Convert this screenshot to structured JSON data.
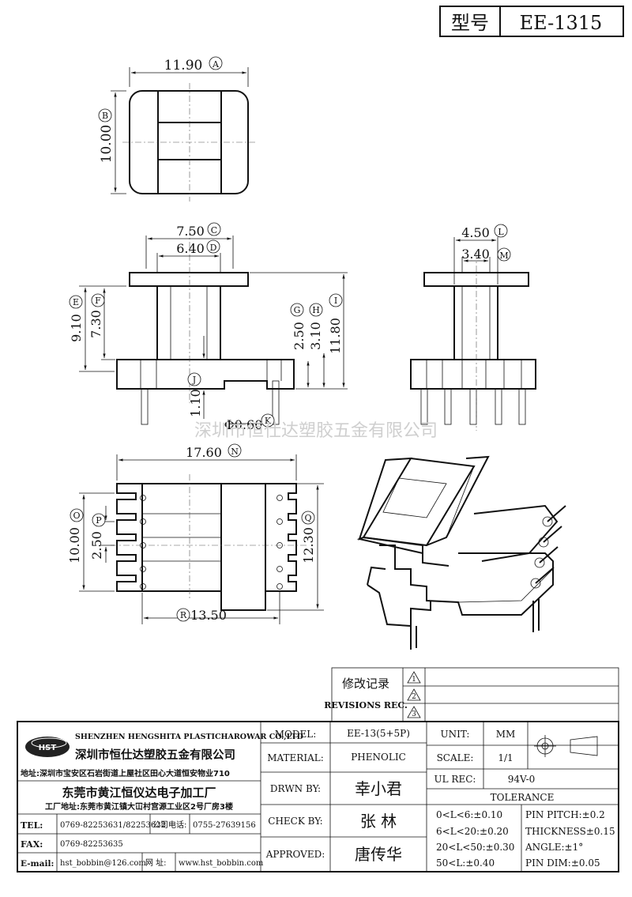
{
  "header": {
    "label": "型号",
    "model": "EE-1315"
  },
  "dims": {
    "top_width": "11.90",
    "top_width_mark": "A",
    "top_height": "10.00",
    "top_height_mark": "B",
    "front_c": "7.50",
    "front_c_mark": "C",
    "front_d": "6.40",
    "front_d_mark": "D",
    "front_e": "9.10",
    "front_e_mark": "E",
    "front_f": "7.30",
    "front_f_mark": "F",
    "front_g": "2.50",
    "front_g_mark": "G",
    "front_h": "3.10",
    "front_h_mark": "H",
    "front_i": "11.80",
    "front_i_mark": "I",
    "front_j": "1.10",
    "front_j_mark": "J",
    "front_k": "Φ0.60",
    "front_k_mark": "K",
    "side_l": "4.50",
    "side_l_mark": "L",
    "side_m": "3.40",
    "side_m_mark": "M",
    "bottom_n": "17.60",
    "bottom_n_mark": "N",
    "bottom_o": "10.00",
    "bottom_o_mark": "O",
    "bottom_p": "2.50",
    "bottom_p_mark": "P",
    "bottom_q": "12.30",
    "bottom_q_mark": "Q",
    "bottom_r": "13.50",
    "bottom_r_mark": "R"
  },
  "watermark": "深圳市恒仕达塑胶五金有限公司",
  "revisions": {
    "title_cn": "修改记录",
    "title_en": "REVISIONS REC.",
    "marks": [
      "1",
      "2",
      "3"
    ]
  },
  "company": {
    "logo_text": "HST",
    "name_en": "SHENZHEN HENGSHITA PLASTICHAROWAR CO.,LTD",
    "name_cn": "深圳市恒仕达塑胶五金有限公司",
    "address": "地址:深圳市宝安区石岩街道上屋社区田心大道恒安物业710",
    "factory": "东莞市黄江恒仪达电子加工厂",
    "factory_address": "工厂地址:东莞市黄江镇大冚村宫源工业区2号厂房3楼",
    "tel_label": "TEL:",
    "tel": "0769-82253631/82253632",
    "phone_label": "公司电话:",
    "phone": "0755-27639156",
    "fax_label": "FAX:",
    "fax": "0769-82253635",
    "email_label": "E-mail:",
    "email": "hst_bobbin@126.com",
    "web_label": "网 址:",
    "web": "www.hst_bobbin.com"
  },
  "titleblock": {
    "model_label": "MODEL:",
    "model": "EE-13(5+5P)",
    "material_label": "MATERIAL:",
    "material": "PHENOLIC",
    "drwn_label": "DRWN BY:",
    "drwn": "幸小君",
    "check_label": "CHECK BY:",
    "check": "张 林",
    "approved_label": "APPROVED:",
    "approved": "唐传华",
    "unit_label": "UNIT:",
    "unit": "MM",
    "scale_label": "SCALE:",
    "scale": "1/1",
    "ul_label": "UL REC:",
    "ul": "94V-0",
    "tolerance_label": "TOLERANCE",
    "tol": [
      "0<L<6:±0.10",
      "6<L<20:±0.20",
      "20<L<50:±0.30",
      "50<L:±0.40"
    ],
    "pin_pitch": "PIN PITCH:±0.2",
    "thickness": "THICKNESS±0.15",
    "angle": "ANGLE:±1°",
    "pin_dim": "PIN DIM:±0.05"
  }
}
